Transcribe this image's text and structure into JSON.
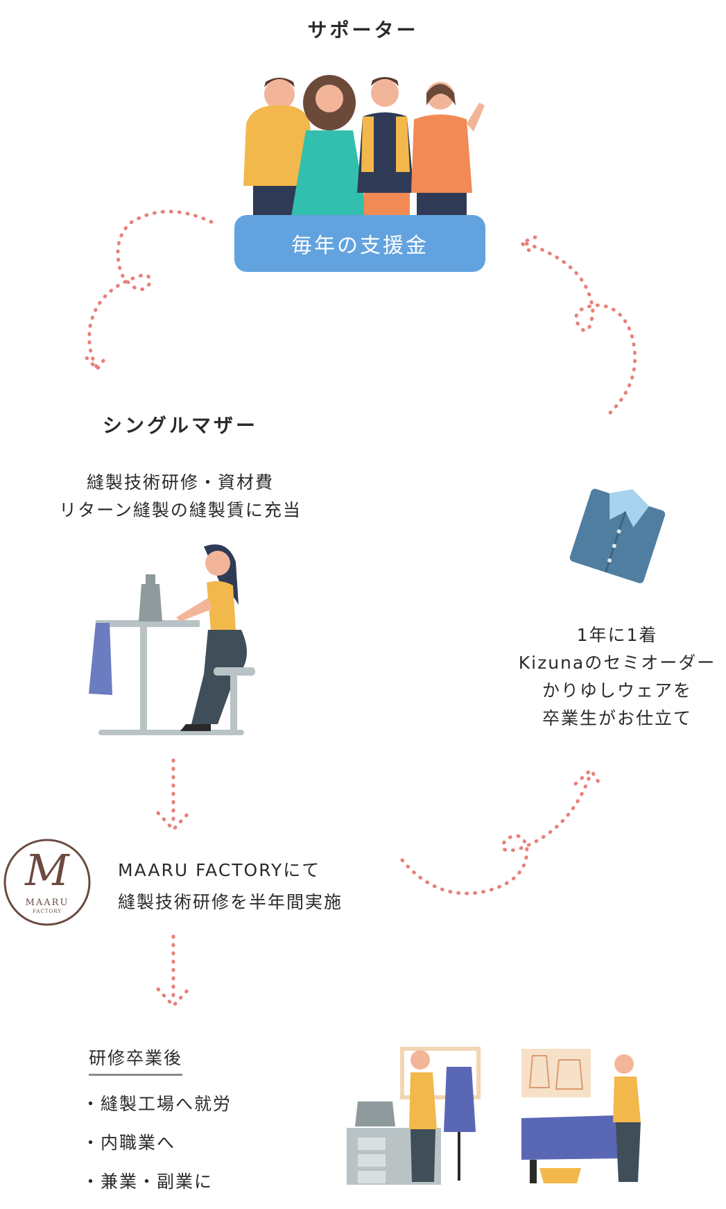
{
  "supporter": {
    "heading": "サポーター",
    "pill_label": "毎年の支援金",
    "icon": "supporter-group-illustration"
  },
  "single_mother": {
    "heading": "シングルマザー",
    "lines": [
      "縫製技術研修・資材費",
      "リターン縫製の縫製賃に充当"
    ],
    "icon": "sewing-woman-illustration"
  },
  "factory": {
    "logo_initial": "M",
    "logo_text": "MAARU",
    "logo_sub": "FACTORY",
    "lines": [
      "MAARU FACTORYにて",
      "縫製技術研修を半年間実施"
    ]
  },
  "shirt": {
    "icon": "shirt-illustration",
    "lines": [
      "1年に1着",
      "Kizunaのセミオーダー",
      "かりゆしウェアを",
      "卒業生がお仕立て"
    ]
  },
  "graduation": {
    "heading": "研修卒業後",
    "items": [
      "・縫製工場へ就労",
      "・内職業へ",
      "・兼業・副業に"
    ]
  },
  "colors": {
    "accent_blue": "#62a3df",
    "arrow_pink": "#e8817b",
    "logo_brown": "#6b4a3f"
  }
}
